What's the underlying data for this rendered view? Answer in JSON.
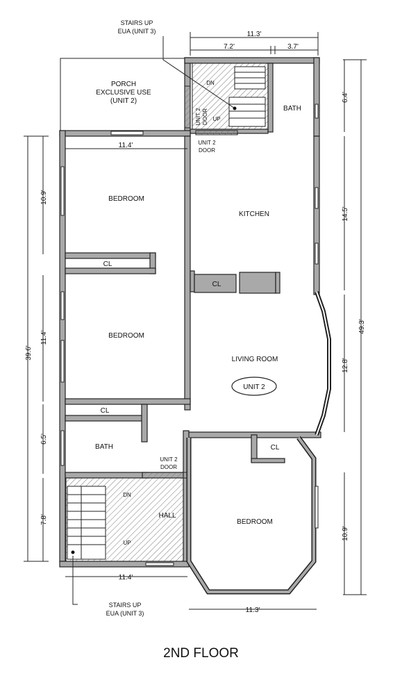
{
  "floor_title": "2ND FLOOR",
  "rooms": {
    "porch": [
      "PORCH",
      "EXCLUSIVE USE",
      "(UNIT 2)"
    ],
    "bath_upper": "BATH",
    "kitchen": "KITCHEN",
    "bedroom_upper": "BEDROOM",
    "bedroom_middle": "BEDROOM",
    "bedroom_lower": "BEDROOM",
    "living_room": "LIVING ROOM",
    "bath_lower": "BATH",
    "hall": "HALL",
    "closet": "CL"
  },
  "unit_badge": "UNIT 2",
  "unit2_door": [
    "UNIT 2",
    "DOOR"
  ],
  "stairs_up_label": [
    "STAIRS UP",
    "EUA (UNIT 3)"
  ],
  "stair_marks": {
    "down": "DN",
    "up": "UP"
  },
  "dimensions": {
    "top_total": "11.3'",
    "top_left": "7.2'",
    "top_right": "3.7'",
    "upper_bedroom_width": "11.4'",
    "left_overall": "39.6'",
    "left_bedroom_upper": "10.9'",
    "left_bedroom_middle": "11.4'",
    "left_bath": "6.5'",
    "left_hall": "7.8'",
    "right_overall": "49.3'",
    "right_bath": "6.4'",
    "right_kitchen": "14.5'",
    "right_living": "12.8'",
    "right_bedroom": "10.9'",
    "bottom_left": "11.4'",
    "bottom_right": "11.3'"
  },
  "colors": {
    "wall": "#a9a9a9",
    "outline": "#222222",
    "hatch": "#777777"
  }
}
